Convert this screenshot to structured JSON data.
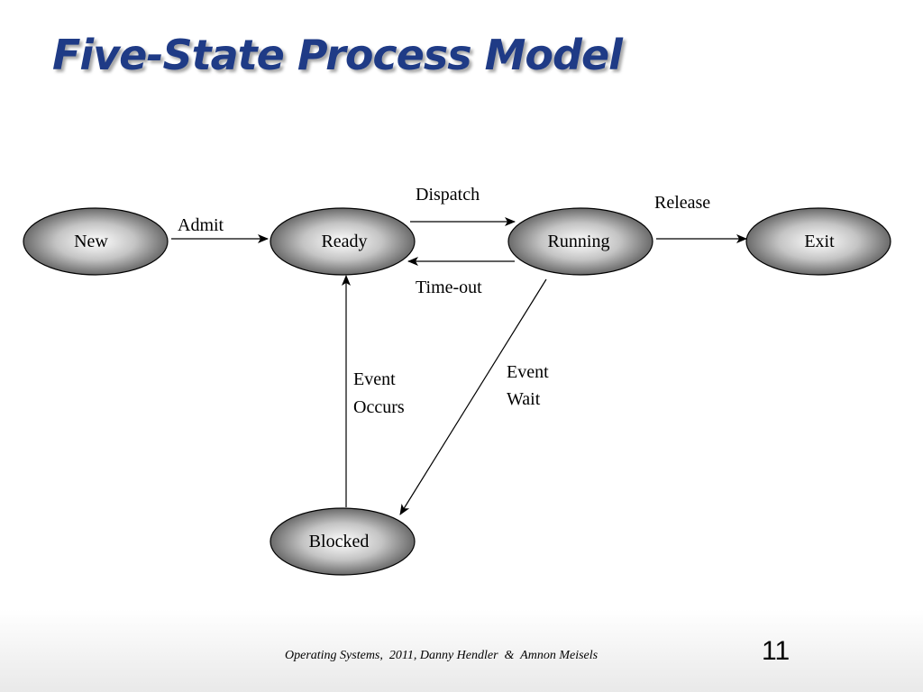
{
  "slide": {
    "title": "Five-State Process Model",
    "footer": "Operating Systems,  2011, Danny Hendler  &  Amnon Meisels",
    "page_number": "11"
  },
  "states": {
    "new": "New",
    "ready": "Ready",
    "running": "Running",
    "exit": "Exit",
    "blocked": "Blocked"
  },
  "transitions": {
    "admit": "Admit",
    "dispatch": "Dispatch",
    "timeout": "Time-out",
    "release": "Release",
    "event_wait_line1": "Event",
    "event_wait_line2": "Wait",
    "event_occurs_line1": "Event",
    "event_occurs_line2": "Occurs"
  },
  "colors": {
    "title": "#1f3b86",
    "state_fill_center": "#ffffff",
    "state_fill_edge": "#6e6e6e"
  }
}
